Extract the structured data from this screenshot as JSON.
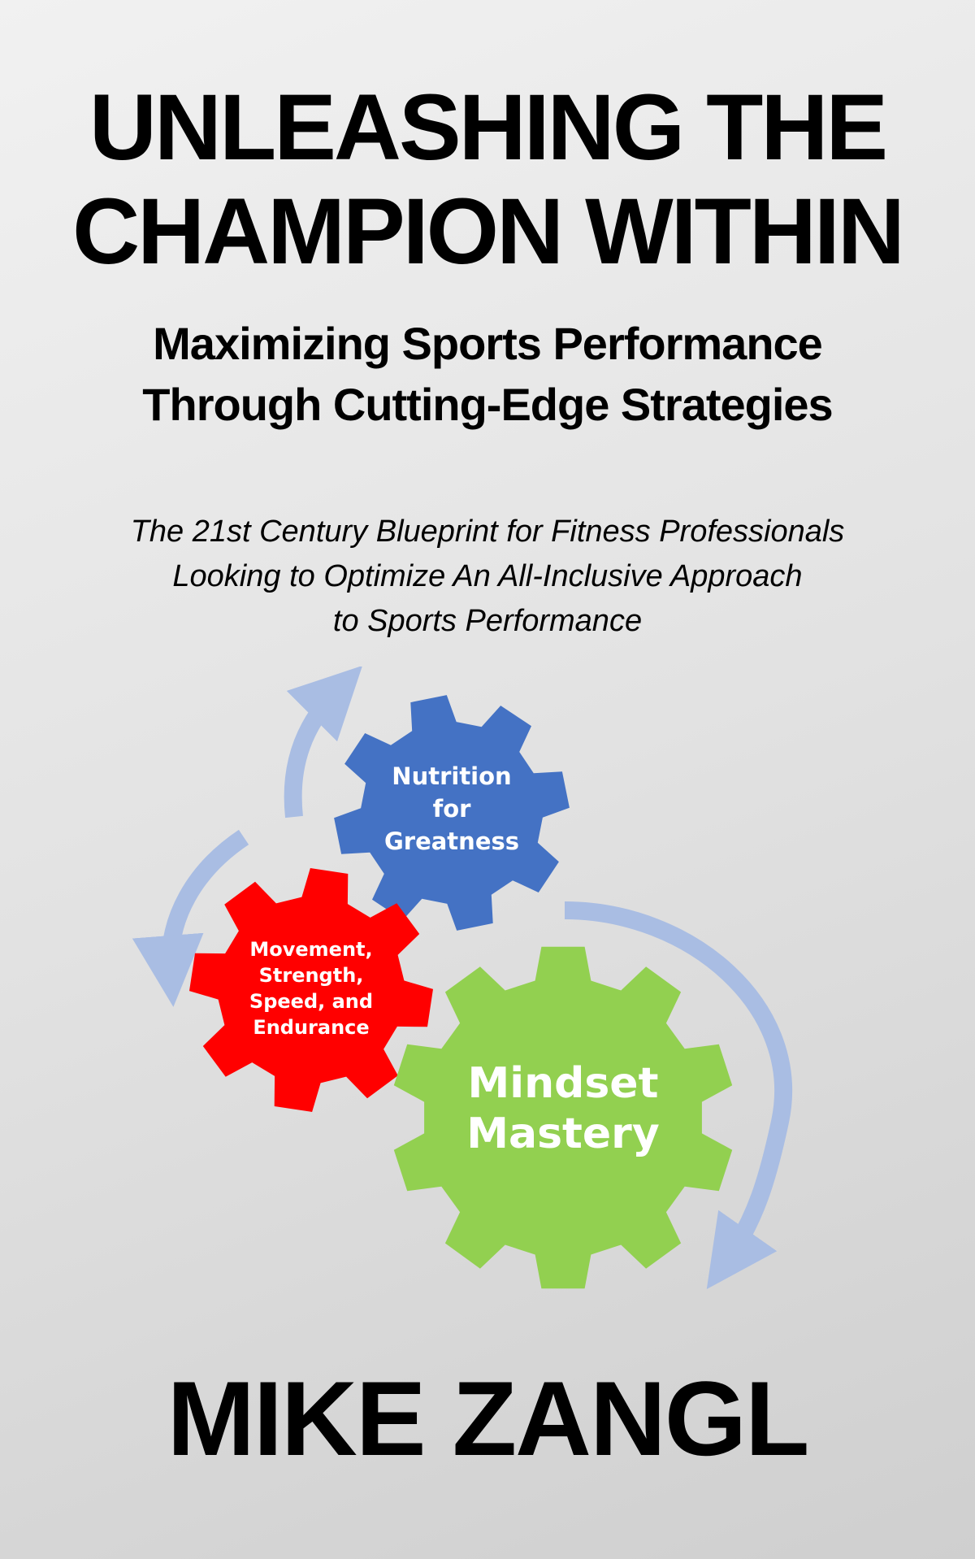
{
  "title": {
    "line1": "UNLEASHING THE",
    "line2": "CHAMPION WITHIN"
  },
  "subtitle": {
    "line1": "Maximizing Sports Performance",
    "line2": "Through Cutting-Edge Strategies"
  },
  "tagline": {
    "line1": "The 21st Century Blueprint for Fitness Professionals",
    "line2": "Looking to Optimize An All-Inclusive Approach",
    "line3": "to Sports Performance"
  },
  "gears": {
    "nutrition": {
      "lines": [
        "Nutrition",
        "for",
        "Greatness"
      ],
      "color": "#4472c4"
    },
    "movement": {
      "lines": [
        "Movement,",
        "Strength,",
        "Speed, and",
        "Endurance"
      ],
      "color": "#ff0000"
    },
    "mindset": {
      "lines": [
        "Mindset",
        "Mastery"
      ],
      "color": "#92d050"
    },
    "arrow_color": "#a9bde3"
  },
  "author": "MIKE ZANGL"
}
